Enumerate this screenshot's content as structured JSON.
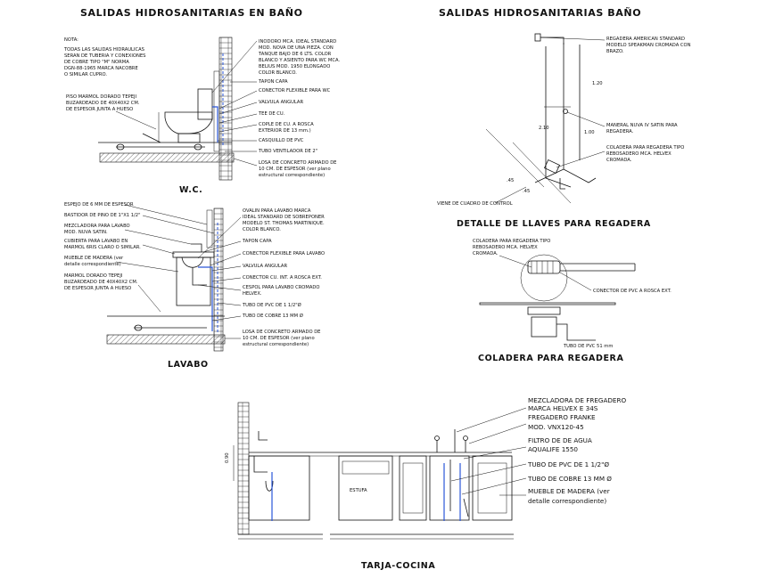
{
  "wc": {
    "title": "SALIDAS HIDROSANITARIAS EN BAÑO",
    "caption": "W.C.",
    "note_heading": "NOTA:",
    "note_lines": [
      "TODAS LAS SALIDAS HIDRAULICAS",
      "SERAN DE TUBERIA Y CONEXIONES",
      "DE COBRE TIPO \"M\" NORMA",
      "DGN-88-1965 MARCA NACOBRE",
      "O SIMILAR CUPRO."
    ],
    "floor_note": [
      "PISO MARMOL DORADO TEPEJI",
      "BUZARDEADO DE 40X40X2 CM.",
      "DE ESPESOR JUNTA A HUESO"
    ],
    "callouts": [
      [
        "INODORO MCA. IDEAL STANDARD",
        "MOD. NOVA DE UNA PIEZA. CON",
        "TANQUE BAJO DE 6 LTS. COLOR",
        "BLANCO Y ASIENTO PARA WC MCA.",
        "BELIUS MOD. 1950 ELONGADO",
        "COLOR BLANCO."
      ],
      [
        "TAPON CAPA"
      ],
      [
        "CONECTOR FLEXIBLE PARA WC"
      ],
      [
        "VALVULA ANGULAR"
      ],
      [
        "TEE DE CU."
      ],
      [
        "COPLE DE CU. A ROSCA",
        "EXTERIOR DE 13 mm.)"
      ],
      [
        "CASQUILLO DE PVC"
      ],
      [
        "TUBO VENTILADOR DE 2\""
      ],
      [
        "LOSA DE CONCRETO ARMADO DE",
        "10 CM. DE ESPESOR (ver plano",
        "estructural correspondiente)"
      ]
    ]
  },
  "lavabo": {
    "caption": "LAVABO",
    "left_callouts": [
      [
        "ESPEJO DE 6 MM DE ESPESOR"
      ],
      [
        "BASTIDOR DE PINO DE 1\"X1 1/2\""
      ],
      [
        "MEZCLADORA PARA LAVABO",
        "MOD. NUVA SATIN."
      ],
      [
        "CUBIERTA PARA LAVABO EN",
        "MARMOL 6RIS CLARO O SIMILAR."
      ],
      [
        "MUEBLE DE MADERA (ver",
        "detalle correspondiente)"
      ],
      [
        "MARMOL DORADO TEPEJI",
        "BUZARDEADO DE 40X40X2 CM.",
        "DE ESPESOR JUNTA A HUESO"
      ]
    ],
    "right_callouts": [
      [
        "OVALIN PARA LAVABO MARCA",
        "IDEAL STANDARD DE SOBREPONER",
        "MODELO ST. THOMAS MARTINIQUE.",
        "COLOR BLANCO."
      ],
      [
        "TAPON CAPA"
      ],
      [
        "CONECTOR FLEXIBLE PARA LAVABO"
      ],
      [
        "VALVULA ANGULAR"
      ],
      [
        "CONECTOR CU. INT. A ROSCA EXT."
      ],
      [
        "CESPOL PARA LAVABO CROMADO",
        "HELVEX."
      ],
      [
        "TUBO DE PVC DE 1 1/2\"Ø"
      ],
      [
        "TUBO DE COBRE 13 MM Ø"
      ],
      [
        "LOSA DE CONCRETO ARMADO DE",
        "10 CM. DE ESPESOR (ver plano",
        "estructural correspondiente)"
      ]
    ]
  },
  "regadera": {
    "title": "SALIDAS HIDROSANITARIAS BAÑO",
    "callouts": [
      [
        "REGADERA AMERICAN STANDARD",
        "MODELO SPEAKMAN CROMADA CON",
        "BRAZO."
      ],
      [
        "MANERAL NUVA IV SATIN PARA",
        "REGADERA."
      ],
      [
        "COLADERA PARA REGADERA TIPO",
        "REBOSADERO MCA. HELVEX",
        "CROMADA."
      ]
    ],
    "view_note": "VIENE DE CUADRO DE CONTROL",
    "dims": [
      "1.20",
      "1.00",
      "2.10",
      ".45",
      ".45"
    ]
  },
  "llaves": {
    "title": "DETALLE DE LLAVES PARA REGADERA"
  },
  "coladera": {
    "title": "COLADERA PARA REGADERA",
    "callouts": [
      [
        "COLADERA PARA REGADERA TIPO",
        "REBOSADERO MCA. HELVEX",
        "CROMADA."
      ],
      [
        "CONECTOR DE PVC A ROSCA EXT."
      ],
      [
        "TUBO DE PVC 51 mm"
      ]
    ]
  },
  "tarja": {
    "caption": "TARJA-COCINA",
    "stove_label": "ESTUFA",
    "dim": "0.90",
    "callouts": [
      [
        "MEZCLADORA DE FREGADERO",
        "MARCA HELVEX E 34S"
      ],
      [
        "FREGADERO FRANKE",
        "MOD. VNX120-45"
      ],
      [
        "FILTRO DE DE AGUA",
        "AQUALIFE 1550"
      ],
      [
        "TUBO DE PVC DE 1 1/2\"Ø"
      ],
      [
        "TUBO DE COBRE 13 MM Ø"
      ],
      [
        "MUEBLE DE MADERA (ver",
        "detalle correspondiente)"
      ]
    ]
  },
  "colors": {
    "line": "#111111",
    "pipe": "#2a56d8",
    "background": "#ffffff"
  }
}
